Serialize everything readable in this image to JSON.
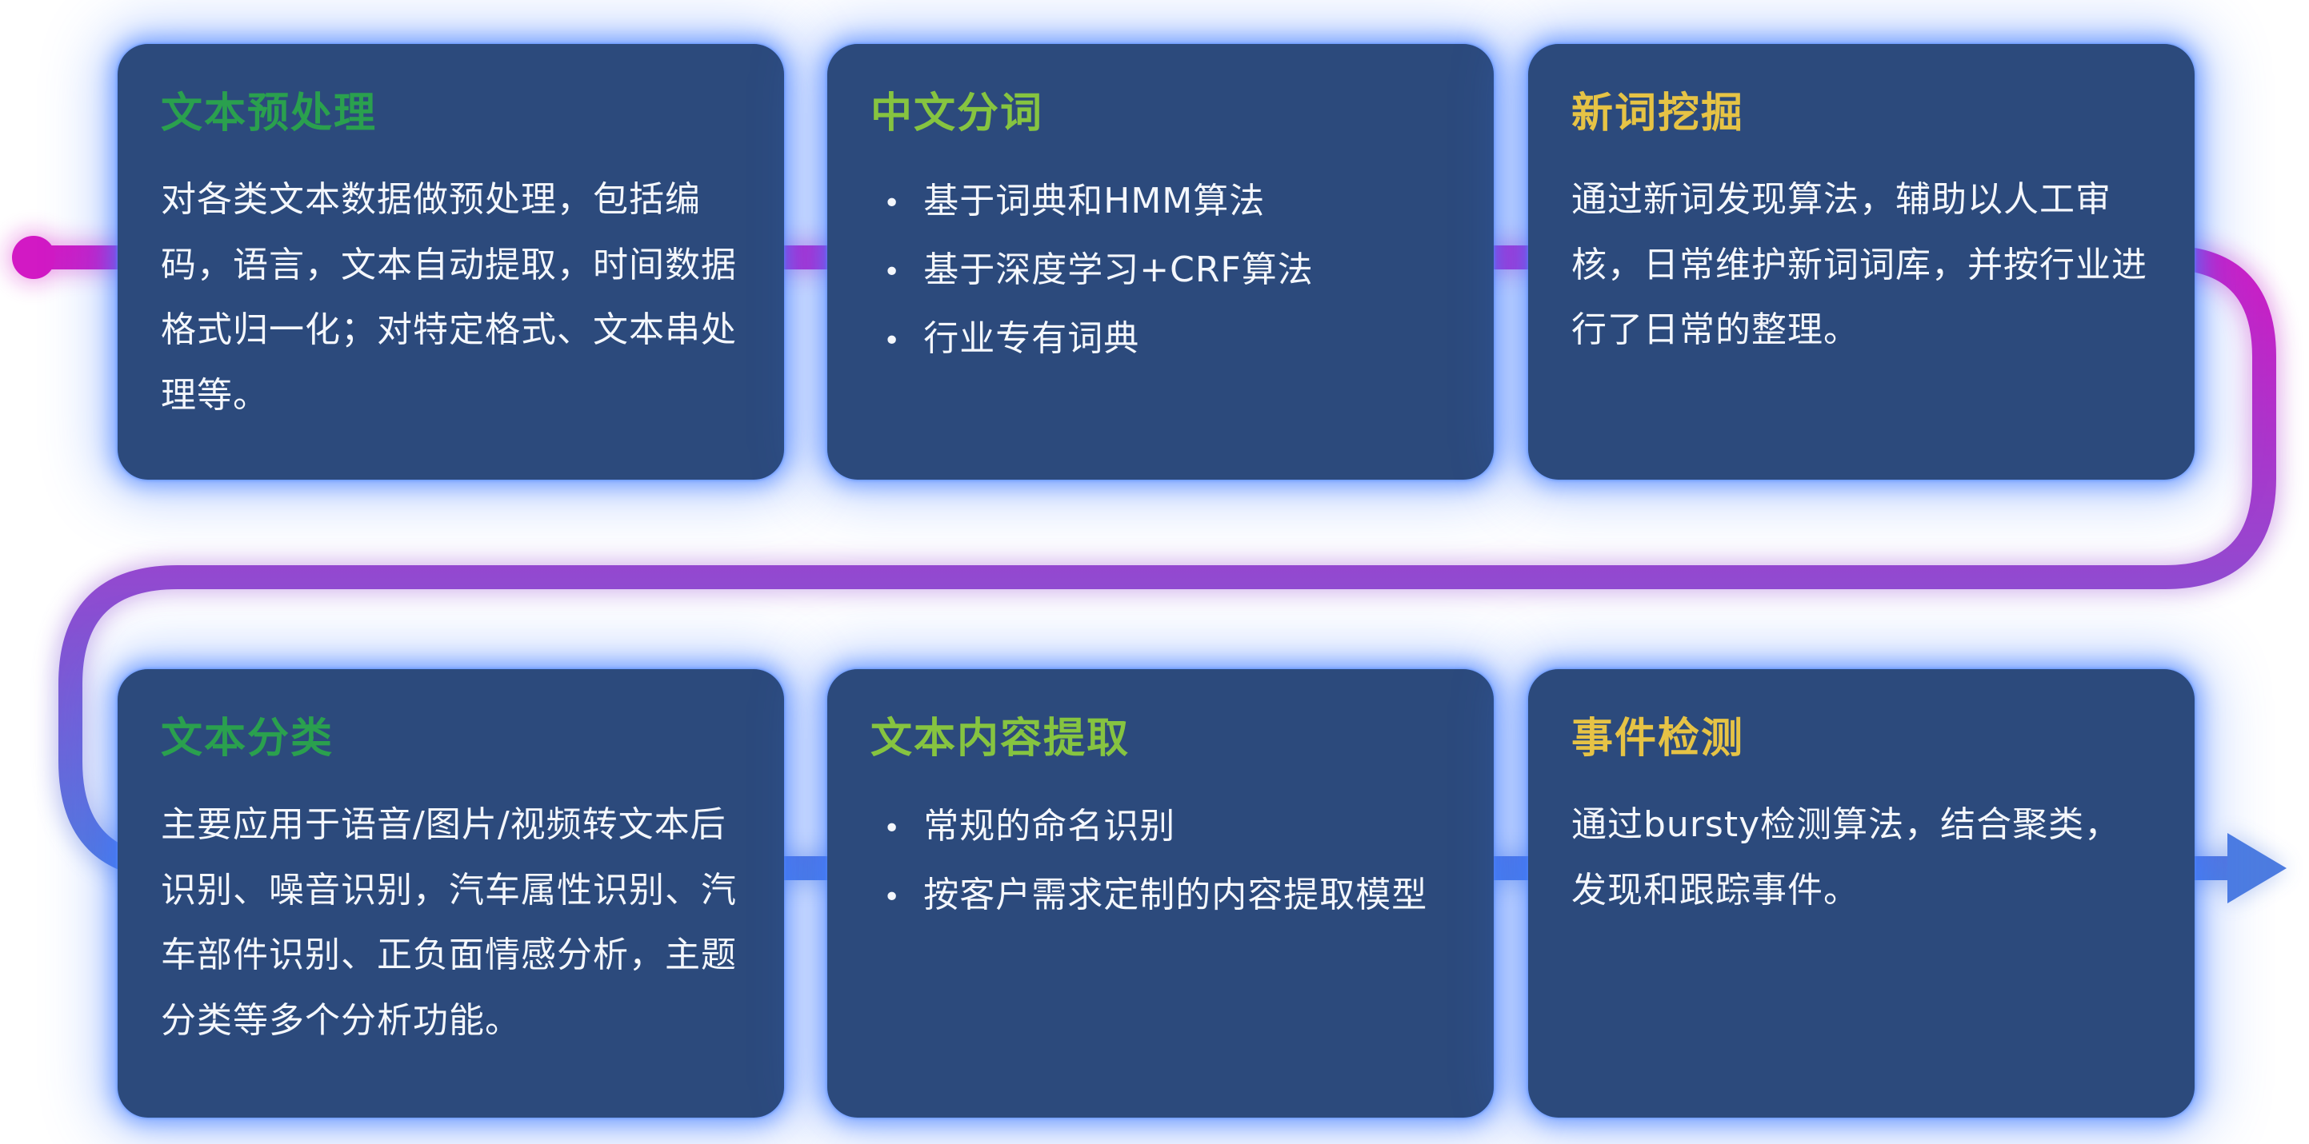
{
  "flow": {
    "colors": {
      "start": "#d219c4",
      "mid": "#9547cf",
      "end": "#4d7ce0"
    },
    "start_marker": "dot",
    "end_marker": "arrow-right"
  },
  "card_style": {
    "background": "#2c4a7c",
    "glow": "#4e86ff",
    "body_text_color": "#f4f7fc"
  },
  "cards": [
    {
      "id": "text-preprocessing",
      "title": "文本预处理",
      "title_color": "#2aa04e",
      "body": "对各类文本数据做预处理，包括编码，语言，文本自动提取，时间数据格式归一化；对特定格式、文本串处理等。"
    },
    {
      "id": "chinese-segmentation",
      "title": "中文分词",
      "title_color": "#86c440",
      "bullets": [
        "基于词典和HMM算法",
        "基于深度学习+CRF算法",
        "行业专有词典"
      ]
    },
    {
      "id": "new-word-mining",
      "title": "新词挖掘",
      "title_color": "#e6c345",
      "body": "通过新词发现算法，辅助以人工审核，日常维护新词词库，并按行业进行了日常的整理。"
    },
    {
      "id": "text-classification",
      "title": "文本分类",
      "title_color": "#2aa04e",
      "body": "主要应用于语音/图片/视频转文本后识别、噪音识别，汽车属性识别、汽车部件识别、正负面情感分析，主题分类等多个分析功能。"
    },
    {
      "id": "text-content-extraction",
      "title": "文本内容提取",
      "title_color": "#86c440",
      "bullets": [
        "常规的命名识别",
        "按客户需求定制的内容提取模型"
      ]
    },
    {
      "id": "event-detection",
      "title": "事件检测",
      "title_color": "#e6c345",
      "body": "通过bursty检测算法，结合聚类，发现和跟踪事件。"
    }
  ],
  "bullet_glyph": "•"
}
